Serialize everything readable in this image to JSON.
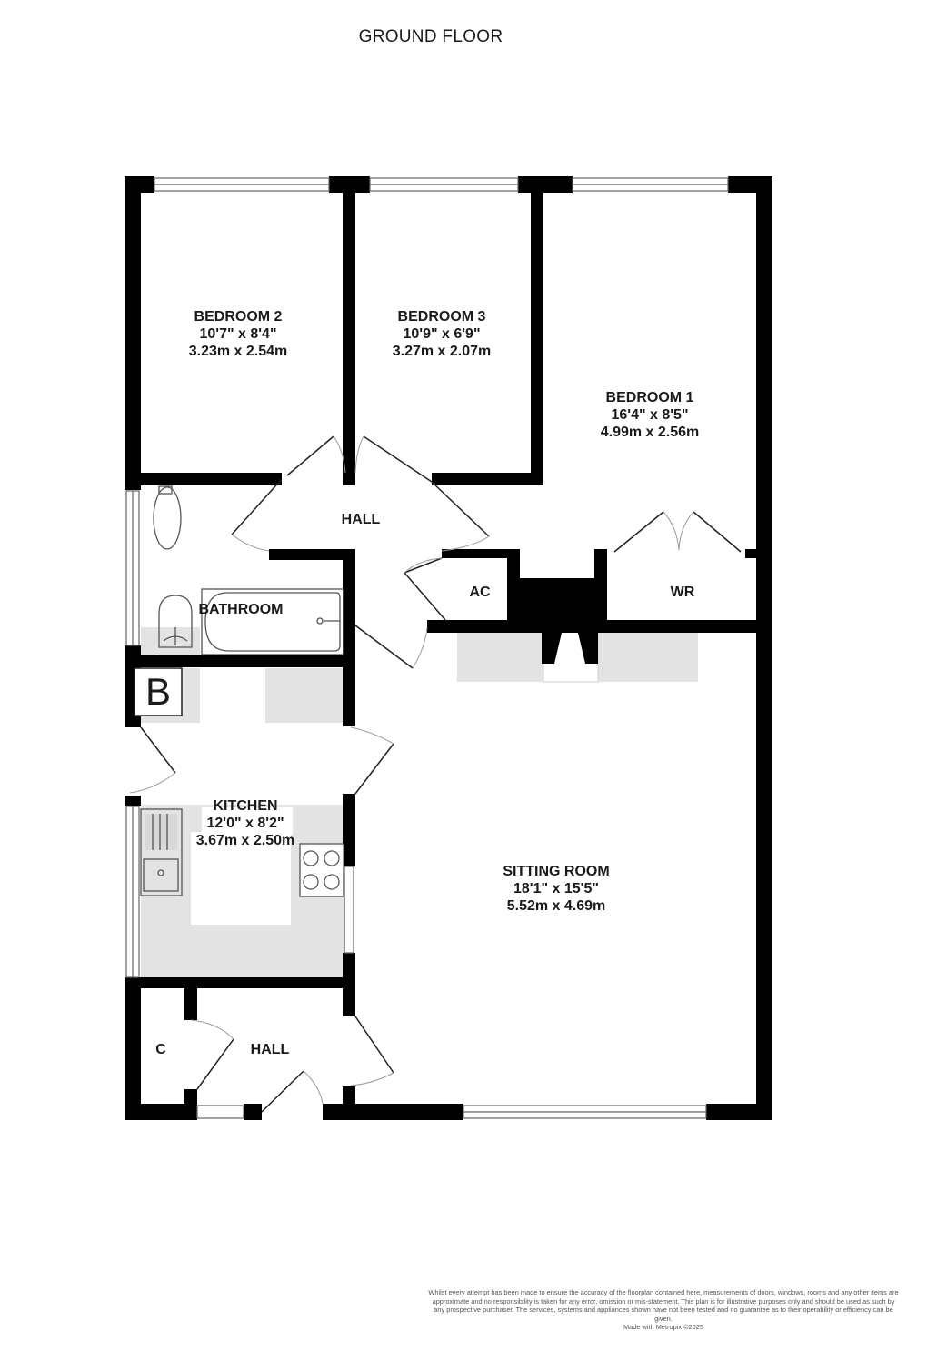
{
  "header": {
    "title": "GROUND FLOOR"
  },
  "rooms": {
    "bedroom2": {
      "name": "BEDROOM 2",
      "imperial": "10'7\"  x 8'4\"",
      "metric": "3.23m  x 2.54m"
    },
    "bedroom3": {
      "name": "BEDROOM 3",
      "imperial": "10'9\"  x 6'9\"",
      "metric": "3.27m  x 2.07m"
    },
    "bedroom1": {
      "name": "BEDROOM 1",
      "imperial": "16'4\"  x 8'5\"",
      "metric": "4.99m  x 2.56m"
    },
    "hall_upper": {
      "name": "HALL"
    },
    "bathroom": {
      "name": "BATHROOM"
    },
    "airing_cupboard": {
      "name": "AC"
    },
    "wardrobe": {
      "name": "WR"
    },
    "boiler": {
      "name": "B"
    },
    "kitchen": {
      "name": "KITCHEN",
      "imperial": "12'0\"  x 8'2\"",
      "metric": "3.67m  x 2.50m"
    },
    "sitting_room": {
      "name": "SITTING ROOM",
      "imperial": "18'1\"  x 15'5\"",
      "metric": "5.52m  x 4.69m"
    },
    "cupboard": {
      "name": "C"
    },
    "hall_lower": {
      "name": "HALL"
    }
  },
  "colors": {
    "wall": "#000000",
    "fixture_fill": "#e3e3e3",
    "door_arc": "#9a9a9a",
    "text": "#1a1a1a"
  },
  "footer": {
    "disclaimer": "Whilst every attempt has been made to ensure the accuracy of the floorplan contained here, measurements of doors, windows, rooms and any other items are approximate and no responsibility is taken for any error, omission or mis-statement. This plan is for illustrative purposes only and should be used as such by any prospective purchaser. The services, systems and appliances shown have not been tested and no guarantee as to their operability or efficiency can be given.",
    "made_with": "Made with Metropix ©2025"
  }
}
